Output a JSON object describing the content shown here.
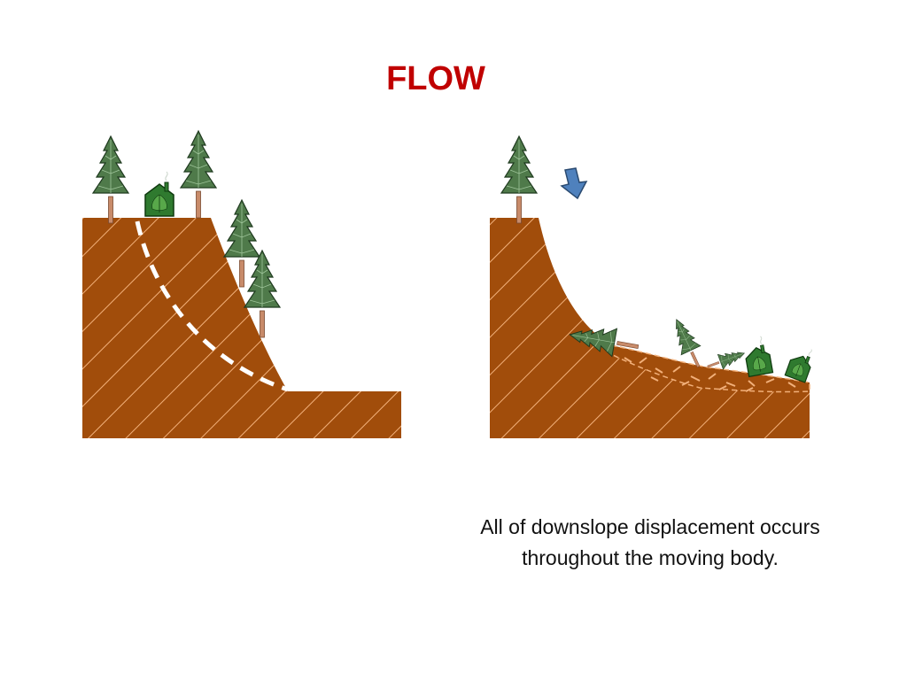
{
  "slide": {
    "title": "FLOW",
    "caption_line1": "All of downslope displacement occurs",
    "caption_line2": "throughout the moving body."
  },
  "colors": {
    "title": "#c00000",
    "soil": "#a14d0b",
    "hatch": "#f2b07a",
    "tree_foliage": "#4f7a4a",
    "tree_trunk": "#c88b6a",
    "house": "#2f7a2f",
    "arrow": "#4f81bd",
    "slip_surface": "#ffffff"
  },
  "icons": [
    "tree-icon",
    "house-icon",
    "down-arrow-icon",
    "slip-surface-line"
  ]
}
